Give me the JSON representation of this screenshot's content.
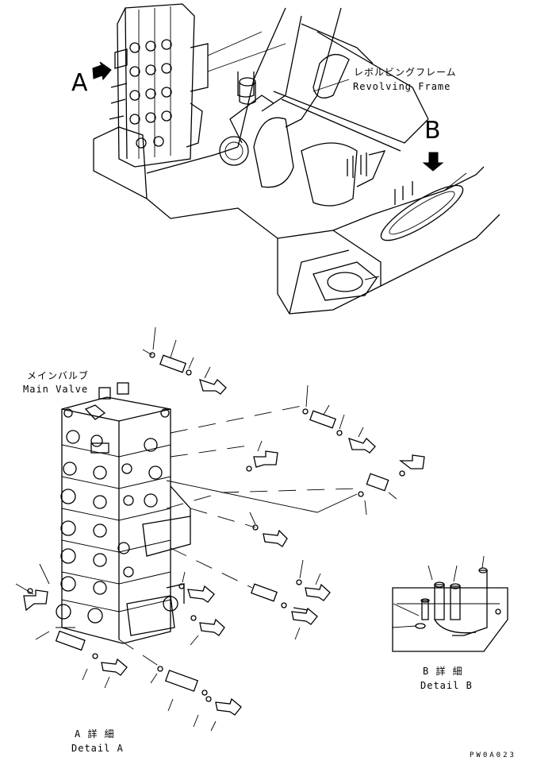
{
  "labels": {
    "revolving_frame_jp": "レボルビングフレーム",
    "revolving_frame_en": "Revolving Frame",
    "main_valve_jp": "メインバルブ",
    "main_valve_en": "Main Valve",
    "view_a": "A",
    "view_b": "B",
    "detail_b_jp": "B 詳 細",
    "detail_b_en": "Detail B",
    "detail_a_jp": "A 詳 細",
    "detail_a_en": "Detail A",
    "drawing_code": "PW0A023"
  }
}
